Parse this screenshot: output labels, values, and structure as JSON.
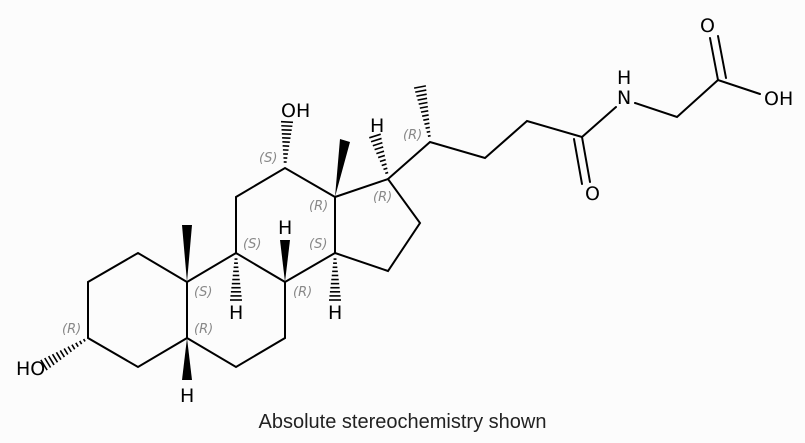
{
  "molecule": {
    "atoms": {
      "oh_12": "OH",
      "h_17": "H",
      "h_8": "H",
      "h_9": "H",
      "h_14": "H",
      "h_5": "H",
      "ho_3": "HO",
      "o_amide": "O",
      "n_amide": "N",
      "h_amide": "H",
      "o_acid": "O",
      "oh_acid": "OH"
    },
    "stereo": {
      "c3": "(R)",
      "c5": "(R)",
      "c8": "(R)",
      "c9": "(S)",
      "c10": "(S)",
      "c12": "(S)",
      "c13": "(R)",
      "c14": "(S)",
      "c17": "(R)",
      "c20": "(R)"
    },
    "colors": {
      "bond": "#000000",
      "stereo_label": "#888888"
    }
  },
  "caption": "Absolute stereochemistry shown"
}
